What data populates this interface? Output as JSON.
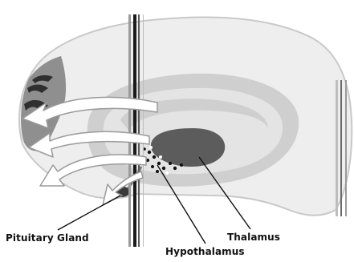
{
  "labels": {
    "pituitary_gland": "Pituitary Gland",
    "thalamus": "Thalamus",
    "hypothalamus": "Hypothalamus"
  },
  "colors": {
    "background": "#ffffff",
    "brain_outline": "#c9c9c9",
    "brain_fill": "#eeeeee",
    "cortex_dark": "#8f8f8f",
    "limbic_mid": "#cfcfcf",
    "limbic_light": "#e4e4e4",
    "thalamus_fill": "#5c5c5c",
    "arrow_fill": "#ffffff",
    "leader_line": "#111111",
    "label_text": "#111111"
  }
}
